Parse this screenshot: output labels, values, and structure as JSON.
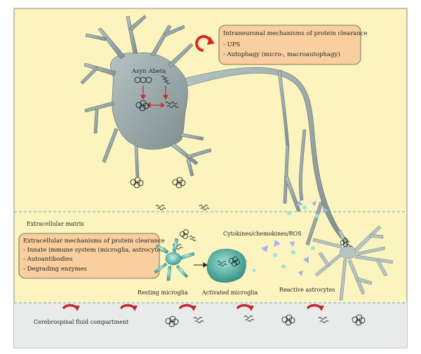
{
  "intraneuronal_box": {
    "title": "Intraneuronal mechanisms of protein clearance",
    "items": [
      "- UPS",
      "- Autophagy (micro-, macroautophagy)"
    ]
  },
  "extracellular_box": {
    "title": "Extracellular mechanisms of protein clearance",
    "items": [
      "- Innate immune system (microglia, astrocytes)",
      "- Autoantibodies",
      "- Degrading enzymes"
    ]
  },
  "labels": {
    "asyn_abeta": "Asyn Abeta",
    "extracellular_matrix": "Extracellular matrix",
    "cytokines": "Cytokines/chemokines/ROS",
    "resting_microglia": "Resting microglia",
    "activated_microglia": "Activated microglia",
    "reactive_astrocytes": "Reactive astrocytes",
    "csf": "Cerebrospinal fluid compartment"
  },
  "colors": {
    "background_upper": "#fbf4bf",
    "background_csf": "#e9ebea",
    "box_fill": "#f9cf9f",
    "neuron": "#9aa9aa",
    "microglia": "#5fb8b0",
    "activated_microglia": "#4aa89d",
    "arrow_red": "#d9262a",
    "divider_dash": "#6aa7c9"
  }
}
